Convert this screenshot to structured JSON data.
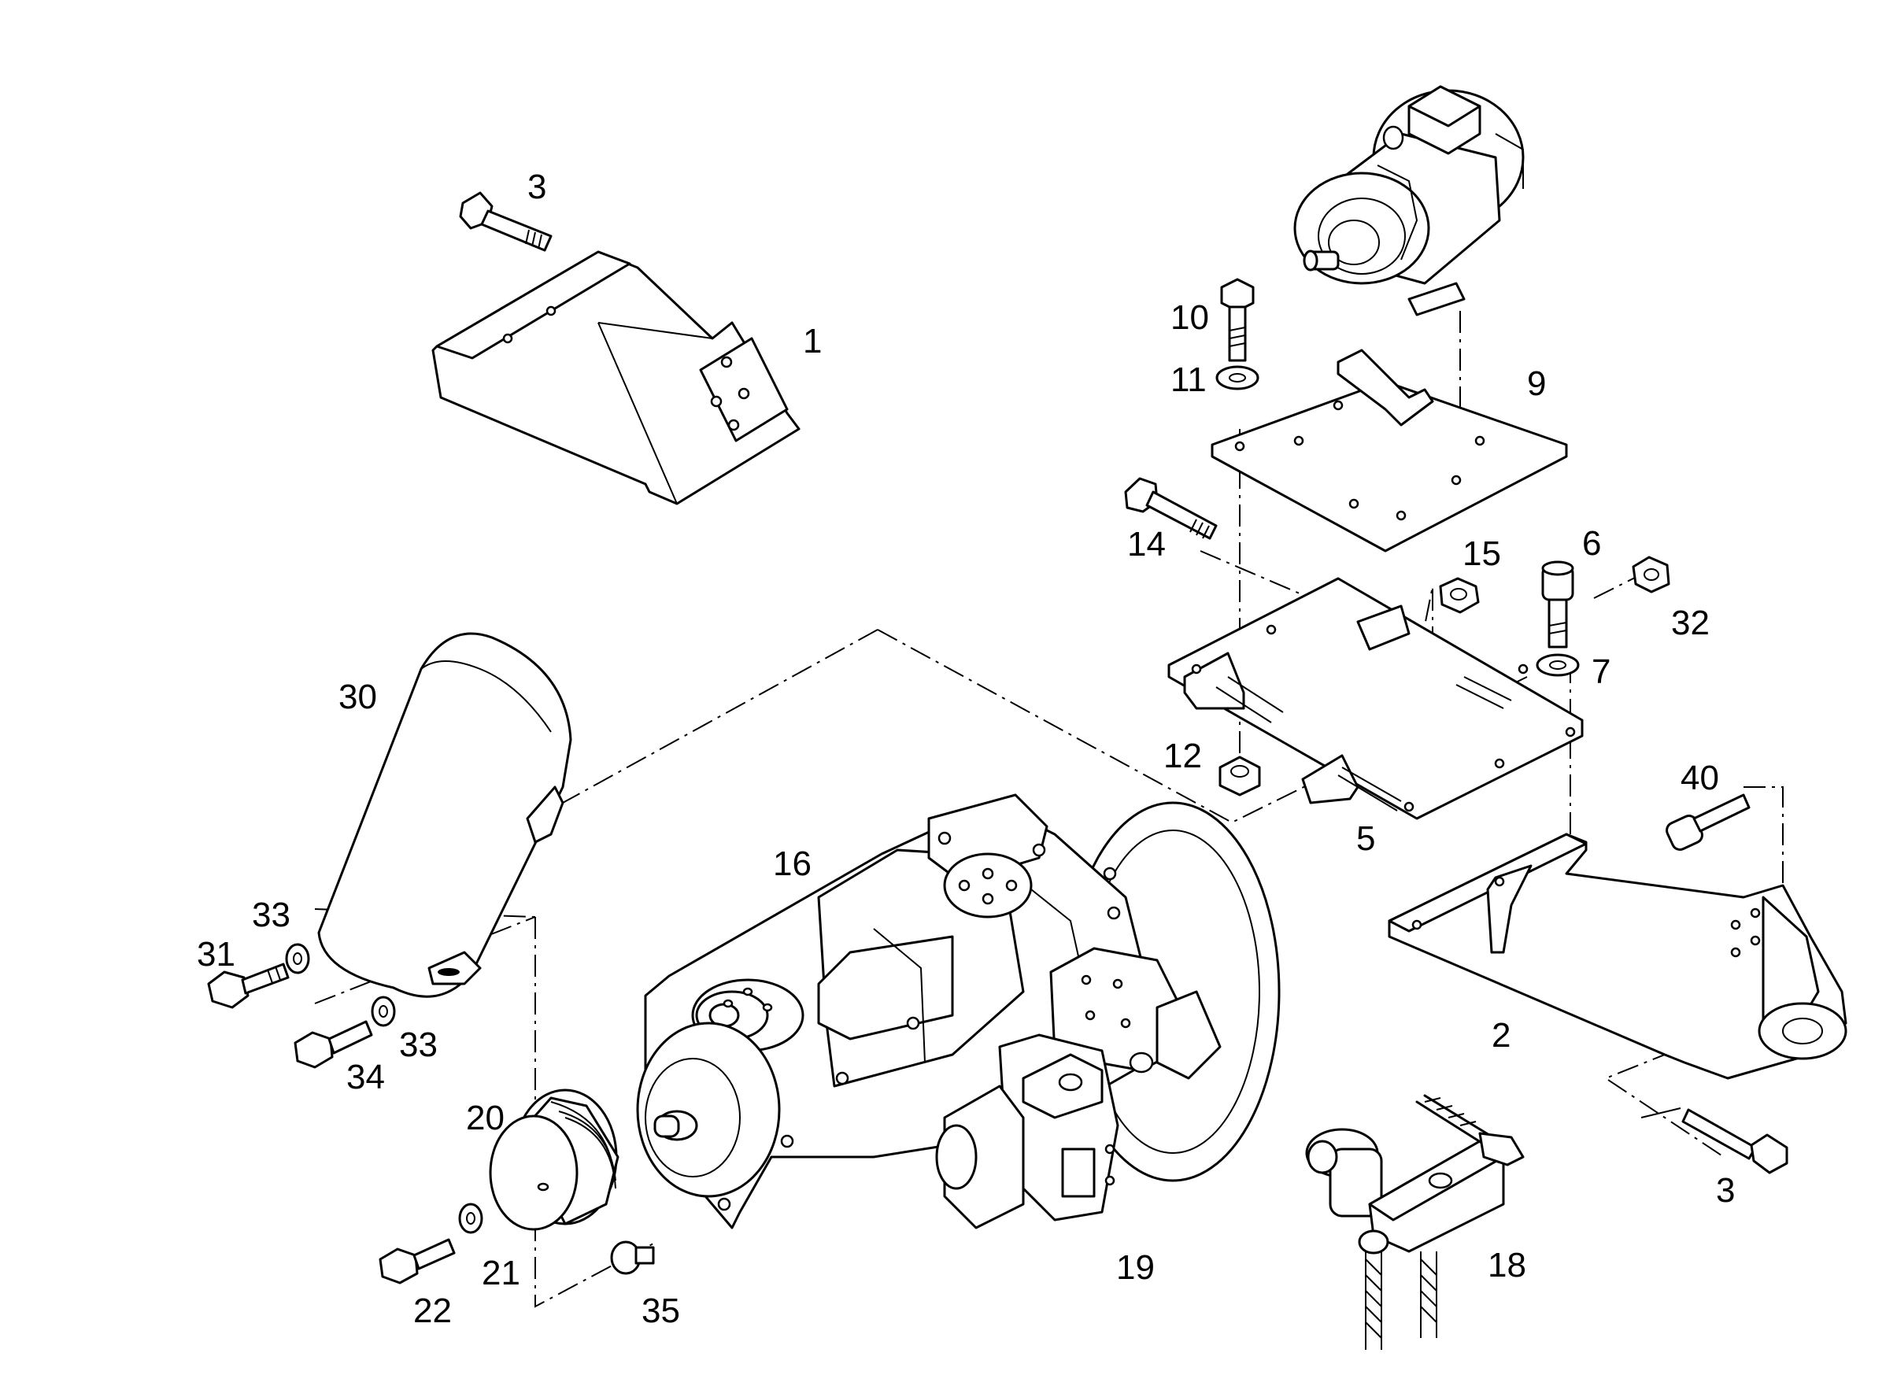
{
  "callouts": {
    "c1": "1",
    "c2": "2",
    "c3a": "3",
    "c3b": "3",
    "c5": "5",
    "c6": "6",
    "c7": "7",
    "c9": "9",
    "c10": "10",
    "c11": "11",
    "c12": "12",
    "c14": "14",
    "c15": "15",
    "c16": "16",
    "c18": "18",
    "c19": "19",
    "c20": "20",
    "c21": "21",
    "c22": "22",
    "c30": "30",
    "c31": "31",
    "c32": "32",
    "c33a": "33",
    "c33b": "33",
    "c34": "34",
    "c35": "35",
    "c40": "40"
  }
}
